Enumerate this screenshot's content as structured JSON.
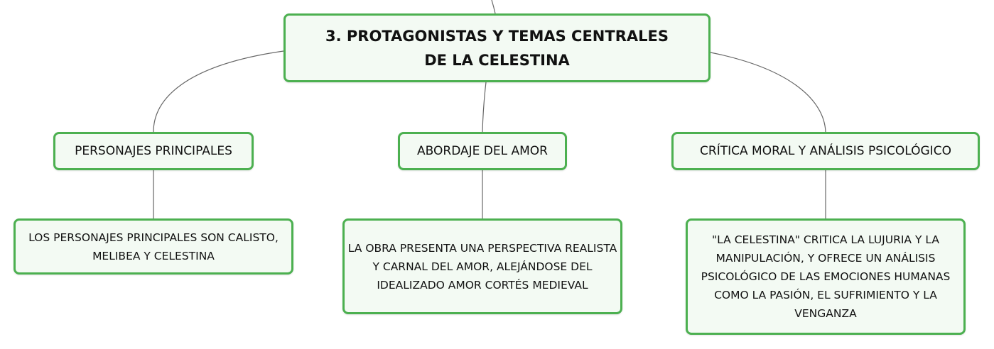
{
  "diagram": {
    "root": {
      "text": "3. PROTAGONISTAS Y TEMAS CENTRALES DE LA CELESTINA"
    },
    "branches": [
      {
        "label": "PERSONAJES PRINCIPALES",
        "detail": "LOS PERSONAJES PRINCIPALES SON CALISTO, MELIBEA Y CELESTINA"
      },
      {
        "label": "ABORDAJE DEL AMOR",
        "detail": "LA OBRA PRESENTA UNA PERSPECTIVA REALISTA Y CARNAL DEL AMOR, ALEJÁNDOSE DEL IDEALIZADO AMOR CORTÉS MEDIEVAL"
      },
      {
        "label": "CRÍTICA MORAL Y ANÁLISIS PSICOLÓGICO",
        "detail": "\"LA CELESTINA\" CRITICA LA LUJURIA Y LA MANIPULACIÓN, Y OFRECE UN ANÁLISIS PSICOLÓGICO DE LAS EMOCIONES HUMANAS COMO LA PASIÓN, EL SUFRIMIENTO Y LA VENGANZA"
      }
    ],
    "colors": {
      "node_border": "#4cb050",
      "node_fill": "#f3faf3",
      "connector": "#666666",
      "text": "#111111"
    }
  }
}
